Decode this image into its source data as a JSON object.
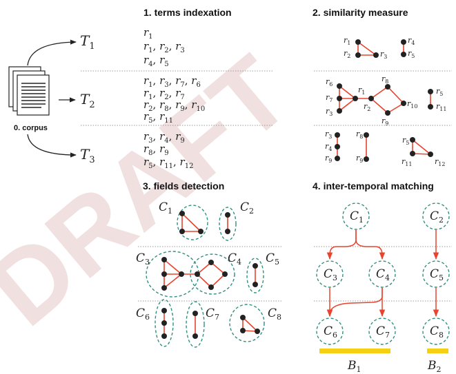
{
  "titles": {
    "corpus": "0. corpus",
    "indexation": "1. terms indexation",
    "similarity": "2. similarity measure",
    "fields": "3. fields detection",
    "matching": "4. inter-temporal matching"
  },
  "periods": [
    {
      "name": "T",
      "sub": "1"
    },
    {
      "name": "T",
      "sub": "2"
    },
    {
      "name": "T",
      "sub": "3"
    }
  ],
  "term_lines": [
    [
      [
        {
          "n": "1"
        }
      ],
      [
        {
          "n": "1"
        },
        {
          "n": "2"
        },
        {
          "n": "3"
        }
      ],
      [
        {
          "n": "4"
        },
        {
          "n": "5"
        }
      ]
    ],
    [
      [
        {
          "n": "1"
        },
        {
          "n": "3"
        },
        {
          "n": "7"
        },
        {
          "n": "6"
        }
      ],
      [
        {
          "n": "1"
        },
        {
          "n": "2"
        },
        {
          "n": "7"
        }
      ],
      [
        {
          "n": "2"
        },
        {
          "n": "8"
        },
        {
          "n": "9"
        },
        {
          "n": "10"
        }
      ],
      [
        {
          "n": "5"
        },
        {
          "n": "11"
        }
      ]
    ],
    [
      [
        {
          "n": "3"
        },
        {
          "n": "4"
        },
        {
          "n": "9"
        }
      ],
      [
        {
          "n": "8"
        },
        {
          "n": "9"
        }
      ],
      [
        {
          "n": "5"
        },
        {
          "n": "11"
        },
        {
          "n": "12"
        }
      ]
    ]
  ],
  "similarity_nodes": [
    {
      "id": "r1",
      "sub": "1",
      "label_side": "left"
    },
    {
      "id": "r2",
      "sub": "2",
      "label_side": "left"
    },
    {
      "id": "r3",
      "sub": "3",
      "label_side": "right"
    },
    {
      "id": "r4",
      "sub": "4",
      "label_side": "right"
    },
    {
      "id": "r5",
      "sub": "5",
      "label_side": "right"
    },
    {
      "id": "r6",
      "sub": "6",
      "label_side": "left"
    },
    {
      "id": "r7",
      "sub": "7",
      "label_side": "left"
    },
    {
      "id": "r1b",
      "sub": "1",
      "label_side": "top"
    },
    {
      "id": "r3b",
      "sub": "3",
      "label_side": "left"
    },
    {
      "id": "r2b",
      "sub": "2",
      "label_side": "bottom"
    },
    {
      "id": "r8",
      "sub": "8",
      "label_side": "top"
    },
    {
      "id": "r9",
      "sub": "9",
      "label_side": "bottom"
    },
    {
      "id": "r10",
      "sub": "10",
      "label_side": "right"
    },
    {
      "id": "r5b",
      "sub": "5",
      "label_side": "right"
    },
    {
      "id": "r11",
      "sub": "11",
      "label_side": "right"
    },
    {
      "id": "r3c",
      "sub": "3",
      "label_side": "left"
    },
    {
      "id": "r4c",
      "sub": "4",
      "label_side": "left"
    },
    {
      "id": "r9c",
      "sub": "9",
      "label_side": "left"
    },
    {
      "id": "r8c",
      "sub": "8",
      "label_side": "left"
    },
    {
      "id": "r9d",
      "sub": "9",
      "label_side": "left"
    },
    {
      "id": "r5c",
      "sub": "5",
      "label_side": "left"
    },
    {
      "id": "r11c",
      "sub": "11",
      "label_side": "left"
    },
    {
      "id": "r12",
      "sub": "12",
      "label_side": "right"
    }
  ],
  "fields": [
    {
      "name": "C",
      "sub": "1"
    },
    {
      "name": "C",
      "sub": "2"
    },
    {
      "name": "C",
      "sub": "3"
    },
    {
      "name": "C",
      "sub": "4"
    },
    {
      "name": "C",
      "sub": "5"
    },
    {
      "name": "C",
      "sub": "6"
    },
    {
      "name": "C",
      "sub": "7"
    },
    {
      "name": "C",
      "sub": "8"
    }
  ],
  "matching_nodes": [
    {
      "name": "C",
      "sub": "1"
    },
    {
      "name": "C",
      "sub": "2"
    },
    {
      "name": "C",
      "sub": "3"
    },
    {
      "name": "C",
      "sub": "4"
    },
    {
      "name": "C",
      "sub": "5"
    },
    {
      "name": "C",
      "sub": "6"
    },
    {
      "name": "C",
      "sub": "7"
    },
    {
      "name": "C",
      "sub": "8"
    }
  ],
  "branches": [
    {
      "name": "B",
      "sub": "1"
    },
    {
      "name": "B",
      "sub": "2"
    }
  ],
  "watermark": "DRAFT",
  "colors": {
    "edge": "#e8432d",
    "node": "#222222",
    "cluster": "#2f8f7f",
    "branch_bar": "#f5cf12",
    "divider": "#999999"
  }
}
